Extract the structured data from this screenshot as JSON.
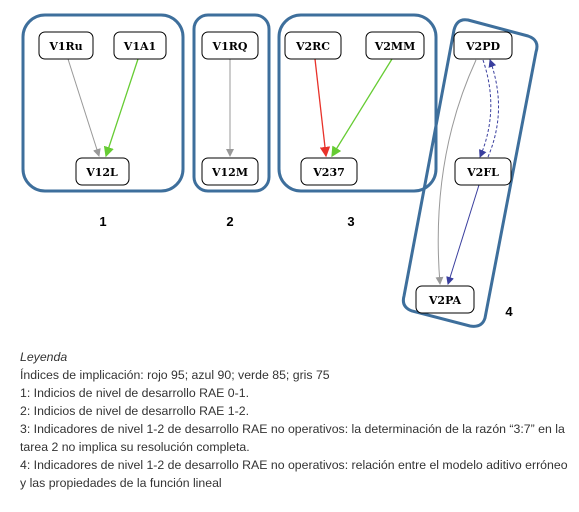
{
  "diagram": {
    "nodes": {
      "v1ru": "V1Ru",
      "v1a1": "V1A1",
      "v12l": "V12L",
      "v1rq": "V1RQ",
      "v12m": "V12M",
      "v2rc": "V2RC",
      "v2mm": "V2MM",
      "v237": "V237",
      "v2pd": "V2PD",
      "v2fl": "V2FL",
      "v2pa": "V2PA"
    },
    "group_labels": [
      "1",
      "2",
      "3",
      "4"
    ],
    "edges": [
      {
        "from": "V1Ru",
        "to": "V12L",
        "color": "gris"
      },
      {
        "from": "V1A1",
        "to": "V12L",
        "color": "verde"
      },
      {
        "from": "V1RQ",
        "to": "V12M",
        "color": "gris"
      },
      {
        "from": "V2RC",
        "to": "V237",
        "color": "rojo"
      },
      {
        "from": "V2MM",
        "to": "V237",
        "color": "verde"
      },
      {
        "from": "V2PD",
        "to": "V2FL",
        "color": "azul"
      },
      {
        "from": "V2FL",
        "to": "V2PD",
        "color": "azul"
      },
      {
        "from": "V2PD",
        "to": "V2PA",
        "color": "gris"
      },
      {
        "from": "V2FL",
        "to": "V2PA",
        "color": "azul"
      }
    ],
    "colors": {
      "gris": "#999999",
      "verde": "#66cc33",
      "rojo": "#e8322a",
      "azul": "#3a3f9e",
      "frame": "#3e6f9c"
    }
  },
  "legend": {
    "title": "Leyenda",
    "lines": [
      "Índices de implicación: rojo 95; azul 90; verde 85; gris 75",
      "1: Indicios de nivel de desarrollo RAE 0-1.",
      "2: Indicios de nivel de desarrollo RAE 1-2.",
      "3: Indicadores de nivel 1-2 de desarrollo RAE no operativos: la determinación de la razón “3:7” en la tarea 2 no implica su resolución completa.",
      "4: Indicadores de nivel 1-2 de desarrollo RAE no operativos: relación entre el modelo aditivo erróneo y las propiedades de la función lineal"
    ]
  }
}
